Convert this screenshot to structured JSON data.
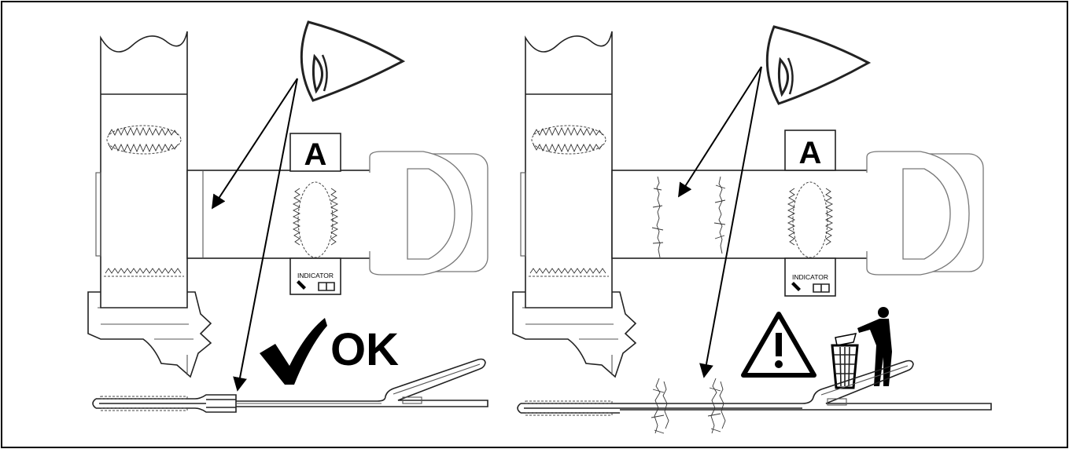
{
  "left_panel": {
    "label_tag": "A",
    "indicator_text": "INDICATOR",
    "result_text": "OK"
  },
  "right_panel": {
    "label_tag": "A",
    "indicator_text": "INDICATOR"
  },
  "colors": {
    "line": "#222222",
    "background": "#ffffff",
    "frame": "#000000"
  }
}
